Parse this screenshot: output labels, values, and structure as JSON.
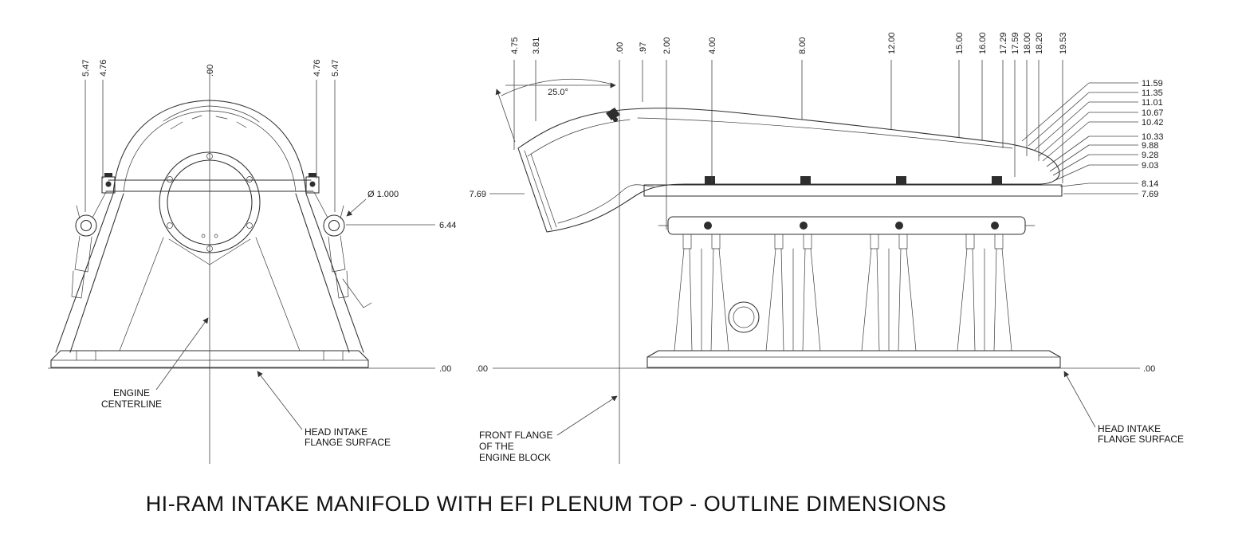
{
  "title": "HI-RAM INTAKE MANIFOLD WITH EFI PLENUM TOP - OUTLINE DIMENSIONS",
  "front_view": {
    "top_dims": [
      "5.47",
      "4.76",
      ".00",
      "4.76",
      "5.47"
    ],
    "dim_644": "6.44",
    "baseline_dim": ".00",
    "diameter_label": "Ø 1.000",
    "engine_centerline": [
      "ENGINE",
      "CENTERLINE"
    ],
    "head_flange": [
      "HEAD INTAKE",
      "FLANGE SURFACE"
    ]
  },
  "side_view": {
    "top_dims": [
      "4.75",
      "3.81",
      ".00",
      ".97",
      "2.00",
      "4.00",
      "8.00",
      "12.00",
      "15.00",
      "16.00",
      "17.29",
      "17.59",
      "18.00",
      "18.20",
      "19.53"
    ],
    "angle_label": "25.0°",
    "dim_769": "7.69",
    "baseline_left": ".00",
    "baseline_right": ".00",
    "right_dims": [
      "11.59",
      "11.35",
      "11.01",
      "10.67",
      "10.42",
      "10.33",
      "9.88",
      "9.28",
      "9.03",
      "8.14",
      "7.69"
    ],
    "front_flange": [
      "FRONT FLANGE",
      "OF THE",
      "ENGINE BLOCK"
    ],
    "head_flange": [
      "HEAD INTAKE",
      "FLANGE SURFACE"
    ]
  }
}
